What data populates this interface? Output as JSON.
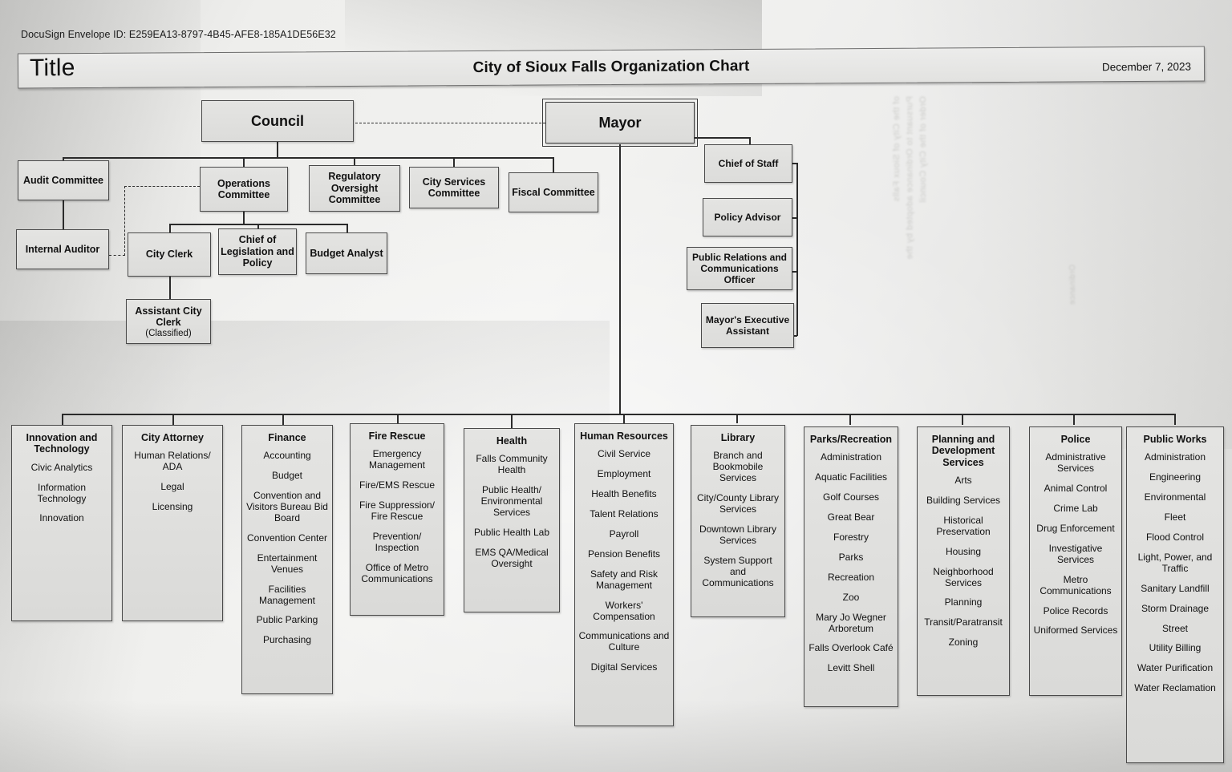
{
  "document": {
    "docusign_envelope_id": "DocuSign Envelope ID: E259EA13-8797-4B45-AFE8-185A1DE56E32",
    "title_label": "Title",
    "chart_title": "City of Sioux Falls Organization Chart",
    "chart_date": "December 7, 2023"
  },
  "nodes": {
    "council": "Council",
    "mayor": "Mayor",
    "audit_committee": "Audit Committee",
    "internal_auditor": "Internal Auditor",
    "operations_committee": "Operations\nCommittee",
    "regulatory_oversight_committee": "Regulatory\nOversight\nCommittee",
    "city_services_committee": "City Services\nCommittee",
    "fiscal_committee": "Fiscal Committee",
    "city_clerk": "City Clerk",
    "chief_of_legislation_and_policy": "Chief of\nLegislation and\nPolicy",
    "budget_analyst": "Budget Analyst",
    "assistant_city_clerk": "Assistant City\nClerk",
    "assistant_city_clerk_note": "(Classified)",
    "chief_of_staff": "Chief of Staff",
    "policy_advisor": "Policy Advisor",
    "public_relations_officer": "Public Relations and\nCommunications\nOfficer",
    "mayors_executive_assistant": "Mayor's Executive\nAssistant"
  },
  "departments": [
    {
      "name": "Innovation and Technology",
      "items": [
        "Civic Analytics",
        "Information Technology",
        "Innovation"
      ]
    },
    {
      "name": "City Attorney",
      "items": [
        "Human Relations/ ADA",
        "Legal",
        "Licensing"
      ]
    },
    {
      "name": "Finance",
      "items": [
        "Accounting",
        "Budget",
        "Convention and Visitors Bureau Bid Board",
        "Convention Center",
        "Entertainment Venues",
        "Facilities Management",
        "Public Parking",
        "Purchasing"
      ]
    },
    {
      "name": "Fire Rescue",
      "items": [
        "Emergency Management",
        "Fire/EMS Rescue",
        "Fire Suppression/ Fire Rescue",
        "Prevention/ Inspection",
        "Office of Metro Communications"
      ]
    },
    {
      "name": "Health",
      "items": [
        "Falls Community Health",
        "Public Health/ Environmental Services",
        "Public Health Lab",
        "EMS QA/Medical Oversight"
      ]
    },
    {
      "name": "Human Resources",
      "items": [
        "Civil Service",
        "Employment",
        "Health Benefits",
        "Talent Relations",
        "Payroll",
        "Pension Benefits",
        "Safety and Risk Management",
        "Workers' Compensation",
        "Communications and Culture",
        "Digital Services"
      ]
    },
    {
      "name": "Library",
      "items": [
        "Branch and Bookmobile Services",
        "City/County Library Services",
        "Downtown Library Services",
        "System Support and Communications"
      ]
    },
    {
      "name": "Parks/Recreation",
      "items": [
        "Administration",
        "Aquatic Facilities",
        "Golf Courses",
        "Great Bear",
        "Forestry",
        "Parks",
        "Recreation",
        "Zoo",
        "Mary Jo Wegner Arboretum",
        "Falls Overlook Café",
        "Levitt Shell"
      ]
    },
    {
      "name": "Planning and Development Services",
      "items": [
        "Arts",
        "Building Services",
        "Historical Preservation",
        "Housing",
        "Neighborhood Services",
        "Planning",
        "Transit/Paratransit",
        "Zoning"
      ]
    },
    {
      "name": "Police",
      "items": [
        "Administrative Services",
        "Animal Control",
        "Crime Lab",
        "Drug Enforcement",
        "Investigative Services",
        "Metro Communications",
        "Police Records",
        "Uniformed Services"
      ]
    },
    {
      "name": "Public Works",
      "items": [
        "Administration",
        "Engineering",
        "Environmental",
        "Fleet",
        "Flood Control",
        "Light, Power, and Traffic",
        "Sanitary Landfill",
        "Storm Drainage",
        "Street",
        "Utility Billing",
        "Water Purification",
        "Water Reclamation"
      ]
    }
  ]
}
